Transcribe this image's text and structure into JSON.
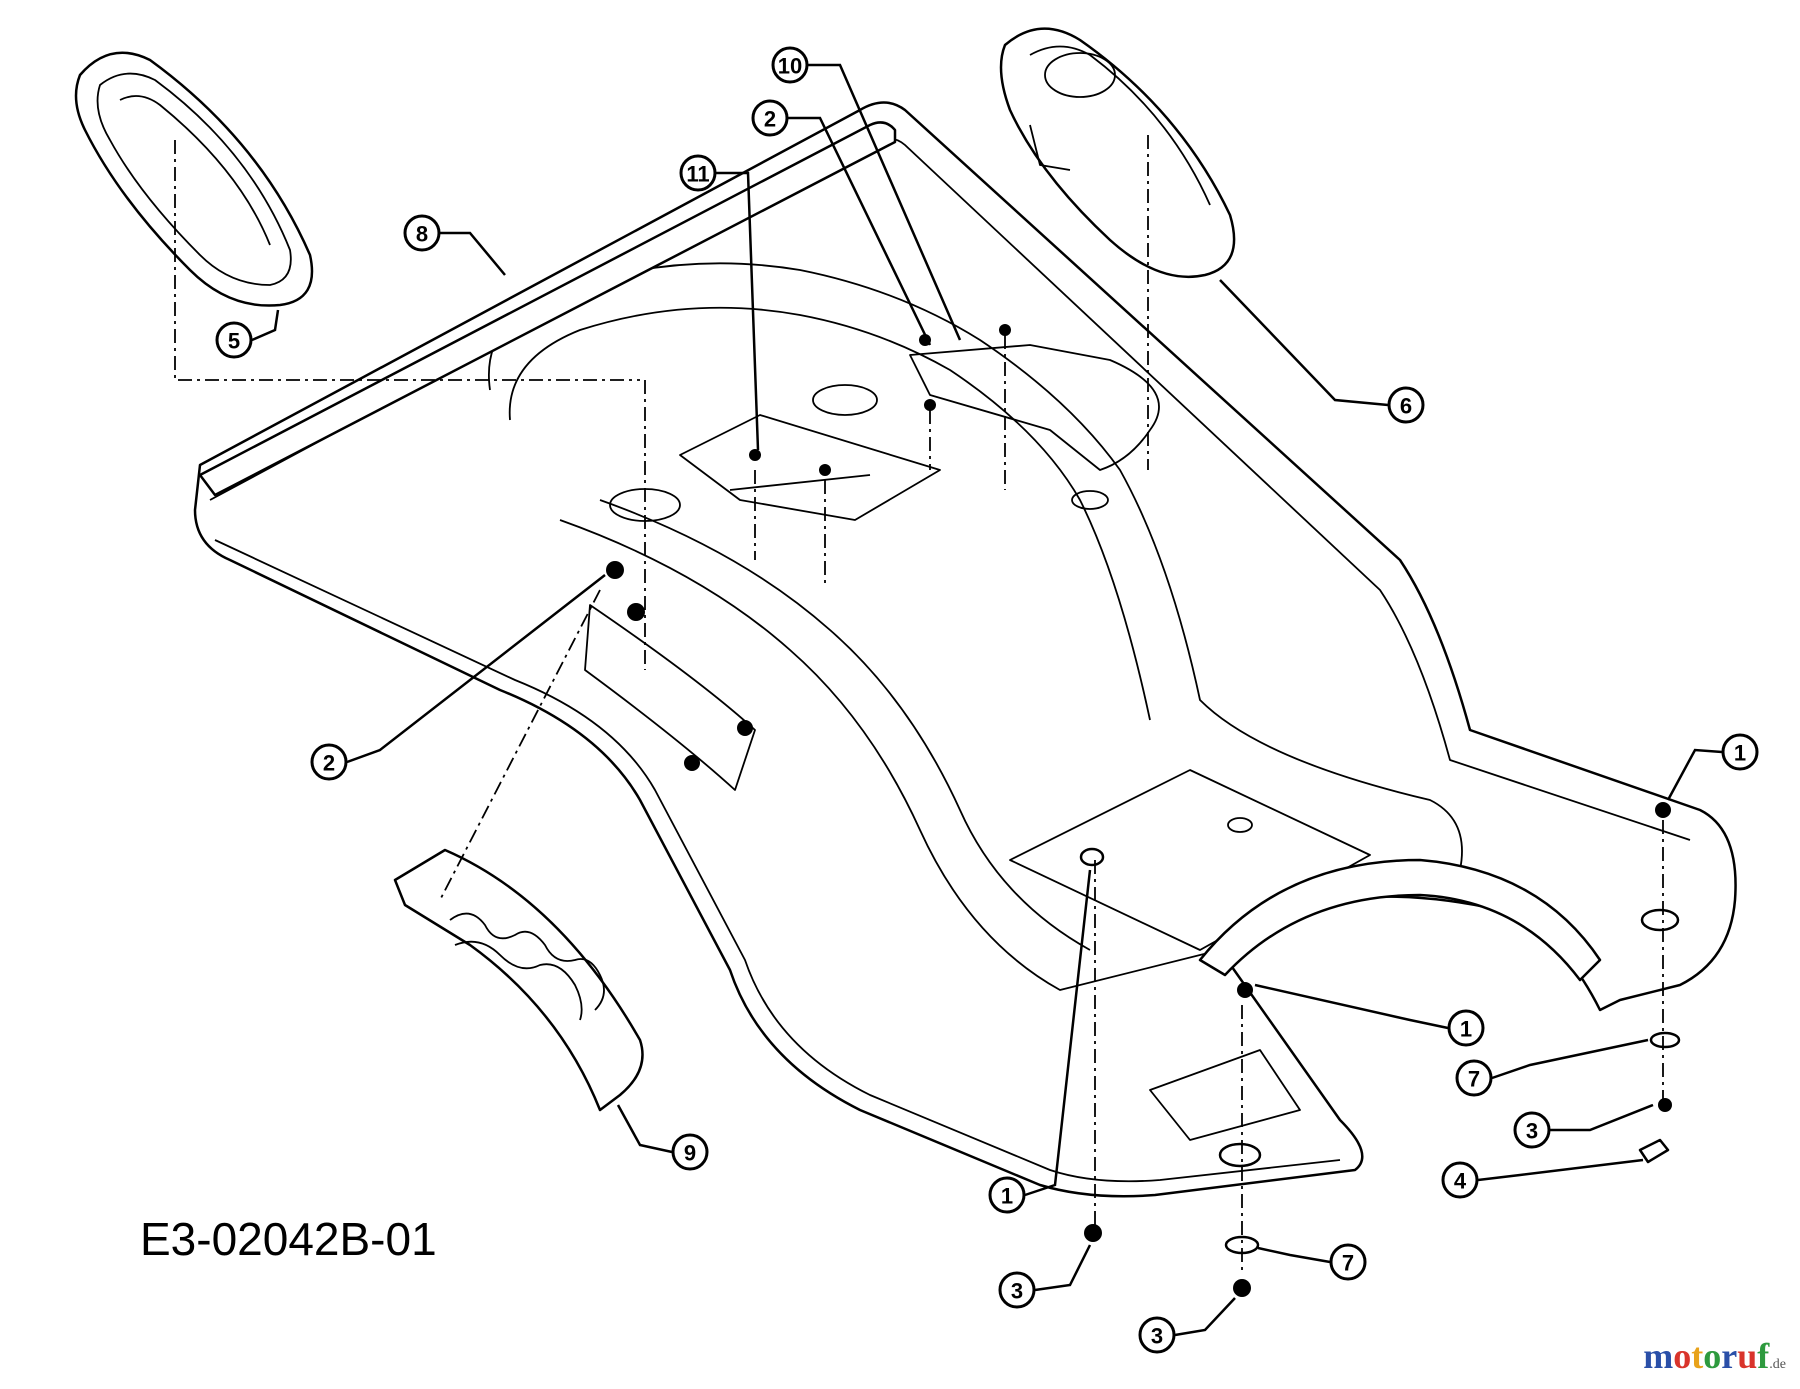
{
  "diagram": {
    "code": "E3-02042B-01",
    "watermark": {
      "text": "motoruf",
      "suffix": ".de",
      "colors": [
        "#2a4fa8",
        "#d9342b",
        "#e8a21a",
        "#2e9a3e",
        "#2a4fa8",
        "#d9342b",
        "#2e9a3e"
      ]
    },
    "callouts": [
      {
        "id": "c10",
        "label": "10"
      },
      {
        "id": "c2top",
        "label": "2"
      },
      {
        "id": "c11",
        "label": "11"
      },
      {
        "id": "c8",
        "label": "8"
      },
      {
        "id": "c5",
        "label": "5"
      },
      {
        "id": "c6",
        "label": "6"
      },
      {
        "id": "c2left",
        "label": "2"
      },
      {
        "id": "c1right",
        "label": "1"
      },
      {
        "id": "c1mid",
        "label": "1"
      },
      {
        "id": "c7right",
        "label": "7"
      },
      {
        "id": "c3right",
        "label": "3"
      },
      {
        "id": "c4",
        "label": "4"
      },
      {
        "id": "c9",
        "label": "9"
      },
      {
        "id": "c1bottom",
        "label": "1"
      },
      {
        "id": "c7bottom",
        "label": "7"
      },
      {
        "id": "c3bottomleft",
        "label": "3"
      },
      {
        "id": "c3bottom",
        "label": "3"
      }
    ]
  }
}
